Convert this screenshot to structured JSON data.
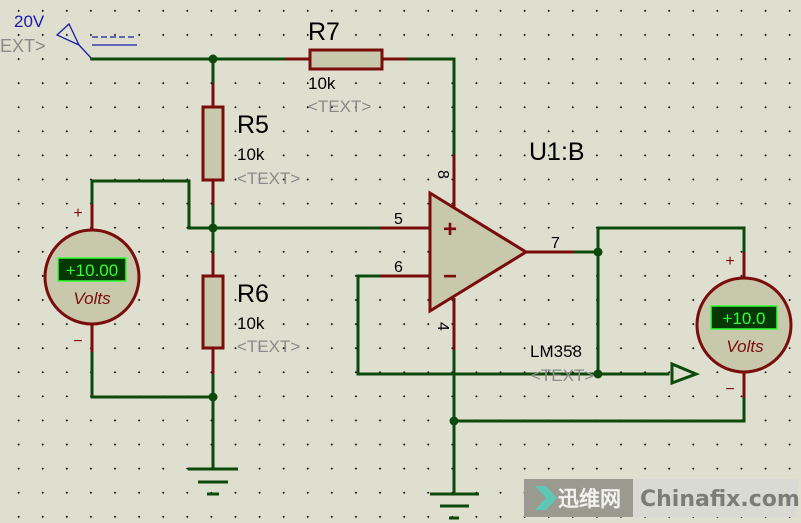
{
  "schematic": {
    "terminal": {
      "voltage_label": "20V",
      "type_label": "EXT>"
    },
    "components": {
      "R7": {
        "ref": "R7",
        "value": "10k",
        "text": "<TEXT>"
      },
      "R5": {
        "ref": "R5",
        "value": "10k",
        "text": "<TEXT>"
      },
      "R6": {
        "ref": "R6",
        "value": "10k",
        "text": "<TEXT>"
      },
      "U1": {
        "ref": "U1:B",
        "part": "LM358",
        "text": "<TEXT>",
        "plus_symbol": "+",
        "minus_symbol": "−",
        "pins": {
          "non_inverting": "5",
          "inverting": "6",
          "output": "7",
          "vcc": "8",
          "gnd": "4"
        }
      }
    },
    "voltmeters": [
      {
        "name": "voltmeter-input",
        "reading": "+10.00",
        "unit": "Volts",
        "plus": "+",
        "minus": "−"
      },
      {
        "name": "voltmeter-output",
        "reading": "+10.0",
        "unit": "Volts",
        "plus": "+",
        "minus": "−"
      }
    ]
  },
  "watermark": {
    "cn": "迅维网",
    "en": "Chinafix.com",
    "accent": "#5ec8b8"
  },
  "colors": {
    "wire": "#0b4a0b",
    "pin": "#7a0c0c",
    "body": "#c8c8ac",
    "background": "#dfdfd0",
    "display": "#33ff33"
  }
}
